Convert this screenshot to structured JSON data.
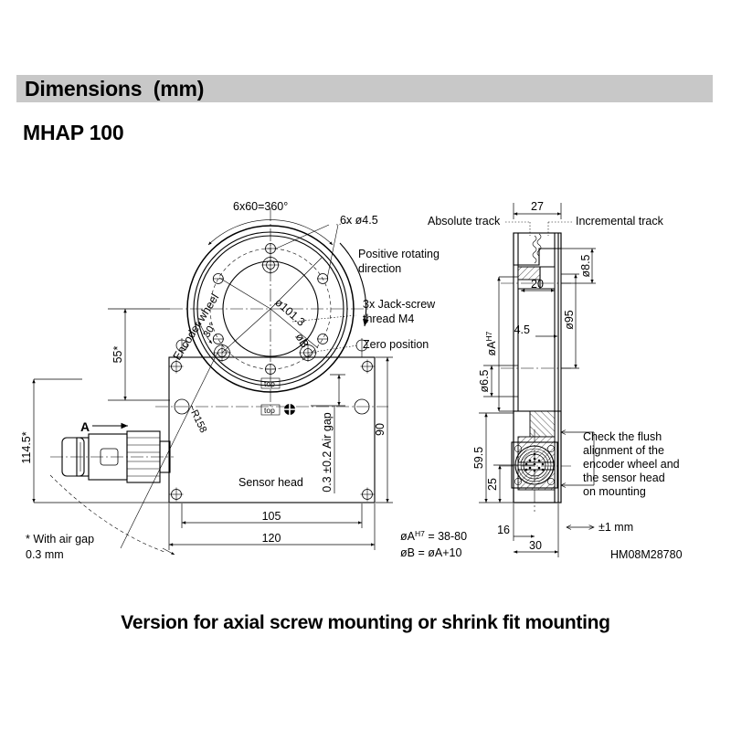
{
  "header": {
    "bar_title": "Dimensions  (mm)",
    "model": "MHAP 100",
    "bar_color": "#c8c8c8"
  },
  "caption": "Version for axial screw mounting or shrink fit mounting",
  "drawing_number": "HM08M28780",
  "front_view": {
    "labels": {
      "encoder_wheel": "Encoder wheel",
      "six_by_sixty": "6x60=360°",
      "six_holes": "6x ø4.5",
      "positive_rotating": "Positive rotating",
      "direction": "direction",
      "jack_screw_1": "3x Jack-screw",
      "jack_screw_2": "thread M4",
      "zero_position": "Zero position",
      "diameter_101_3": "ø101.3",
      "diameter_b": "øB",
      "angle_30": "30°",
      "angle_55": "55*",
      "dim_114_5": "114.5*",
      "radius_r158": "~R158",
      "sensor_head": "Sensor head",
      "air_gap": "0.3 ±0.2 Air gap",
      "dim_105": "105",
      "dim_120": "120",
      "dim_90": "90",
      "top_marker": "top",
      "section_arrow": "A",
      "footnote_1": "* With air gap",
      "footnote_2": "0.3 mm"
    }
  },
  "side_view": {
    "labels": {
      "absolute_track": "Absolute track",
      "incremental_track": "Incremental track",
      "dim_27": "27",
      "dim_20": "20",
      "dim_4_5": "4.5",
      "dia_8_5": "ø8.5",
      "dia_95": "ø95",
      "dia_a_h7": "øA",
      "dia_a_h7_sup": "H7",
      "dia_6_5": "ø6.5",
      "dim_59_5": "59.5",
      "dim_25": "25",
      "dim_16": "16",
      "dim_30": "30",
      "tolerance": "±1 mm",
      "note_line1": "Check the flush",
      "note_line2": "alignment of the",
      "note_line3": "encoder wheel and",
      "note_line4": "the sensor head",
      "note_line5": "on mounting"
    }
  },
  "notes": {
    "dia_a_range": "øA",
    "dia_a_range_sup": "H7",
    "dia_a_range_val": " = 38-80",
    "dia_b_formula": "øB = øA+10"
  }
}
